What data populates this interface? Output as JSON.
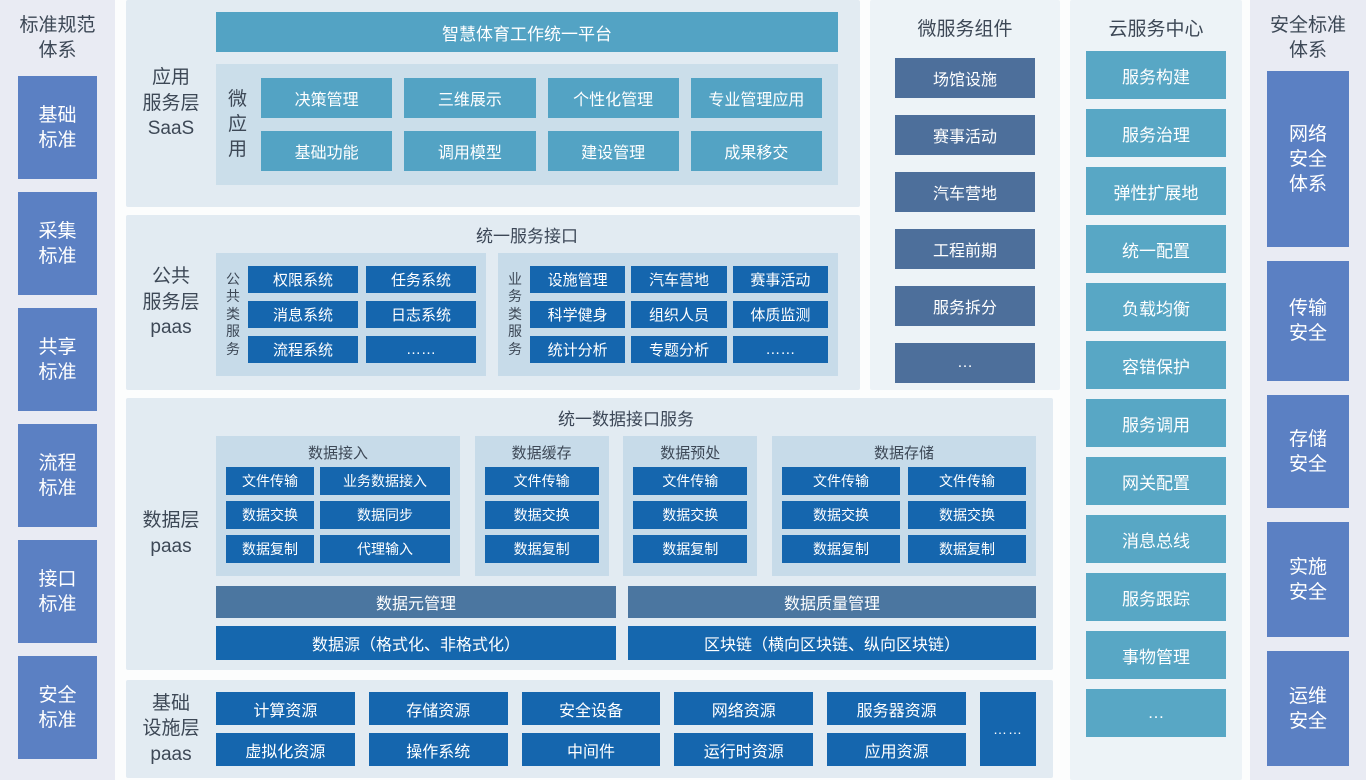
{
  "standards_left": {
    "title": "标准规范\n体系",
    "items": [
      "基础\n标准",
      "采集\n标准",
      "共享\n标准",
      "流程\n标准",
      "接口\n标准",
      "安全\n标准"
    ]
  },
  "app_layer": {
    "label": "应用\n服务层\nSaaS",
    "header": "智慧体育工作统一平台",
    "group_label": "微\n应\n用",
    "apps": [
      "决策管理",
      "三维展示",
      "个性化管理",
      "专业管理应用",
      "基础功能",
      "调用模型",
      "建设管理",
      "成果移交"
    ]
  },
  "public_layer": {
    "label": "公共\n服务层\npaas",
    "title": "统一服务接口",
    "common_group": {
      "label": "公\n共\n类\n服\n务",
      "items": [
        "权限系统",
        "任务系统",
        "消息系统",
        "日志系统",
        "流程系统",
        "……"
      ]
    },
    "business_group": {
      "label": "业\n务\n类\n服\n务",
      "items": [
        "设施管理",
        "汽车营地",
        "赛事活动",
        "科学健身",
        "组织人员",
        "体质监测",
        "统计分析",
        "专题分析",
        "……"
      ]
    }
  },
  "data_layer": {
    "label": "数据层\npaas",
    "title": "统一数据接口服务",
    "groups": [
      {
        "title": "数据接入",
        "items": [
          "文件传输",
          "业务数据接入",
          "数据交换",
          "数据同步",
          "数据复制",
          "代理输入"
        ]
      },
      {
        "title": "数据缓存",
        "items": [
          "文件传输",
          "数据交换",
          "数据复制"
        ]
      },
      {
        "title": "数据预处",
        "items": [
          "文件传输",
          "数据交换",
          "数据复制"
        ]
      },
      {
        "title": "数据存储",
        "items": [
          "文件传输",
          "文件传输",
          "数据交换",
          "数据交换",
          "数据复制",
          "数据复制"
        ]
      }
    ],
    "meta_bar": "数据元管理",
    "quality_bar": "数据质量管理",
    "source_bar": "数据源（格式化、非格式化）",
    "blockchain_bar": "区块链（横向区块链、纵向区块链）"
  },
  "infra_layer": {
    "label": "基础\n设施层\npaas",
    "items": [
      "计算资源",
      "存储资源",
      "安全设备",
      "网络资源",
      "服务器资源",
      "虚拟化资源",
      "操作系统",
      "中间件",
      "运行时资源",
      "应用资源"
    ],
    "more": "……"
  },
  "microservice_column": {
    "title": "微服务组件",
    "items": [
      "场馆设施",
      "赛事活动",
      "汽车营地",
      "工程前期",
      "服务拆分",
      "…"
    ]
  },
  "cloud_column": {
    "title": "云服务中心",
    "items": [
      "服务构建",
      "服务治理",
      "弹性扩展地",
      "统一配置",
      "负载均衡",
      "容错保护",
      "服务调用",
      "网关配置",
      "消息总线",
      "服务跟踪",
      "事物管理",
      "…"
    ]
  },
  "standards_right": {
    "title": "安全标准\n体系",
    "items": [
      "网络\n安全\n体系",
      "传输\n安全",
      "存储\n安全",
      "实施\n安全",
      "运维\n安全"
    ]
  },
  "colors": {
    "teal": "#53a3c4",
    "primary_blue": "#1566ae",
    "slate_bar": "#4b76a0",
    "micro_slate": "#4d6f9b",
    "strip_blue": "#5b80c3",
    "panel_bg": "#e2ebf2",
    "subpanel_bg": "#c7dbe9",
    "strip_bg": "#e9ebf3",
    "column_bg": "#edf3f7"
  }
}
